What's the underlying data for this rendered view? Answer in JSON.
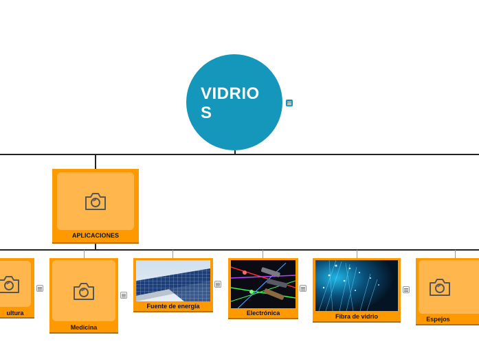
{
  "root": {
    "title": "VIDRIOS"
  },
  "branch": {
    "label": "APLICACIONES"
  },
  "children": [
    {
      "label": "Agricultura",
      "visible_label": "ultura",
      "kind": "camera"
    },
    {
      "label": "Medicina",
      "kind": "camera"
    },
    {
      "label": "Fuente de energía",
      "kind": "solar-photo"
    },
    {
      "label": "Electrónica",
      "kind": "laser-photo"
    },
    {
      "label": "Fibra de vidrio",
      "kind": "fiber-photo"
    },
    {
      "label": "Espejos",
      "kind": "camera"
    }
  ],
  "colors": {
    "root": "#1596bb",
    "node": "#ff9900",
    "node_inner": "#ffb74d"
  },
  "icons": [
    "camera-icon",
    "note-icon"
  ]
}
